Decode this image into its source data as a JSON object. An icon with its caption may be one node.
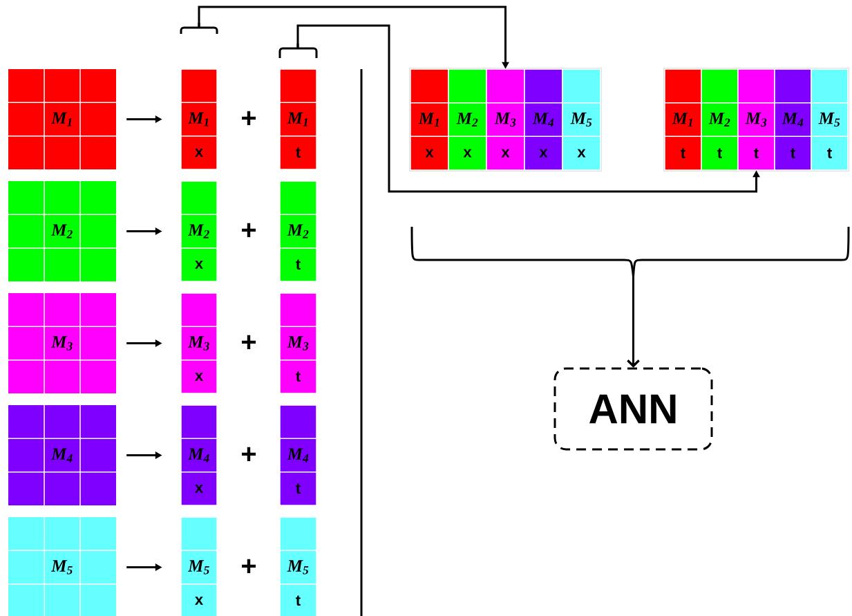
{
  "diagram": {
    "nodes": [
      {
        "text": [
          "M$_{1}$"
        ]
      },
      {
        "text": [
          "M$_{2}$"
        ]
      },
      {
        "text": [
          "M$_{3}$"
        ]
      },
      {
        "text": [
          "M$_{4}$"
        ]
      },
      {
        "text": [
          "M$_{5}$"
        ]
      },
      {
        "text": [
          "M$_{1}$",
          "x"
        ]
      },
      {
        "text": [
          "M$_{2}$",
          "x"
        ]
      },
      {
        "text": [
          "M$_{3}$",
          "x"
        ]
      },
      {
        "text": [
          "M$_{4}$",
          "x"
        ]
      },
      {
        "text": [
          "M$_{5}$",
          "x"
        ]
      },
      {
        "text": [
          "M$_{1}$",
          "t"
        ]
      },
      {
        "text": [
          "M$_{2}$",
          "t"
        ]
      },
      {
        "text": [
          "M$_{3}$",
          "t"
        ]
      },
      {
        "text": [
          "M$_{4}$",
          "t"
        ]
      },
      {
        "text": [
          "M$_{5}$",
          "t"
        ]
      },
      {
        "text": [],
        "shape": "box"
      },
      {
        "text": [
          "M$_{1}$",
          "x"
        ],
        "in": 15
      },
      {
        "text": [
          "M$_{2}$",
          "x"
        ],
        "in": 15
      },
      {
        "text": [
          "M$_{3}$",
          "x"
        ],
        "in": 15
      },
      {
        "text": [
          "M$_{4}$",
          "x"
        ],
        "in": 15
      },
      {
        "text": [
          "M$_{5}$",
          "x"
        ],
        "in": 15
      },
      {
        "text": [],
        "shape": "box"
      },
      {
        "text": [
          "M$_{1}$",
          "t"
        ],
        "in": 21
      },
      {
        "text": [
          "M$_{2}$",
          "t"
        ],
        "in": 21
      },
      {
        "text": [
          "M$_{3}$",
          "t"
        ],
        "in": 21
      },
      {
        "text": [
          "M$_{4}$",
          "t"
        ],
        "in": 21
      },
      {
        "text": [
          "M$_{5}$",
          "t"
        ],
        "in": 21
      },
      {
        "text": [
          "ANN"
        ]
      }
    ],
    "edges": [
      {
        "from": 0,
        "to": 5,
        "arrow": "to"
      },
      {
        "from": 1,
        "to": 6,
        "arrow": "to"
      },
      {
        "from": 2,
        "to": 7,
        "arrow": "to"
      },
      {
        "from": 3,
        "to": 8,
        "arrow": "to"
      },
      {
        "from": 4,
        "to": 9,
        "arrow": "to"
      },
      {
        "from": 5,
        "to": 18,
        "arrow": "to"
      },
      {
        "from": 10,
        "to": 24,
        "arrow": "to"
      },
      {
        "from": 15,
        "to": 27,
        "arrow": "to"
      },
      {
        "from": 21,
        "to": 27,
        "arrow": "to"
      }
    ],
    "labels": [
      "+",
      "+",
      "+",
      "+",
      "+"
    ]
  }
}
